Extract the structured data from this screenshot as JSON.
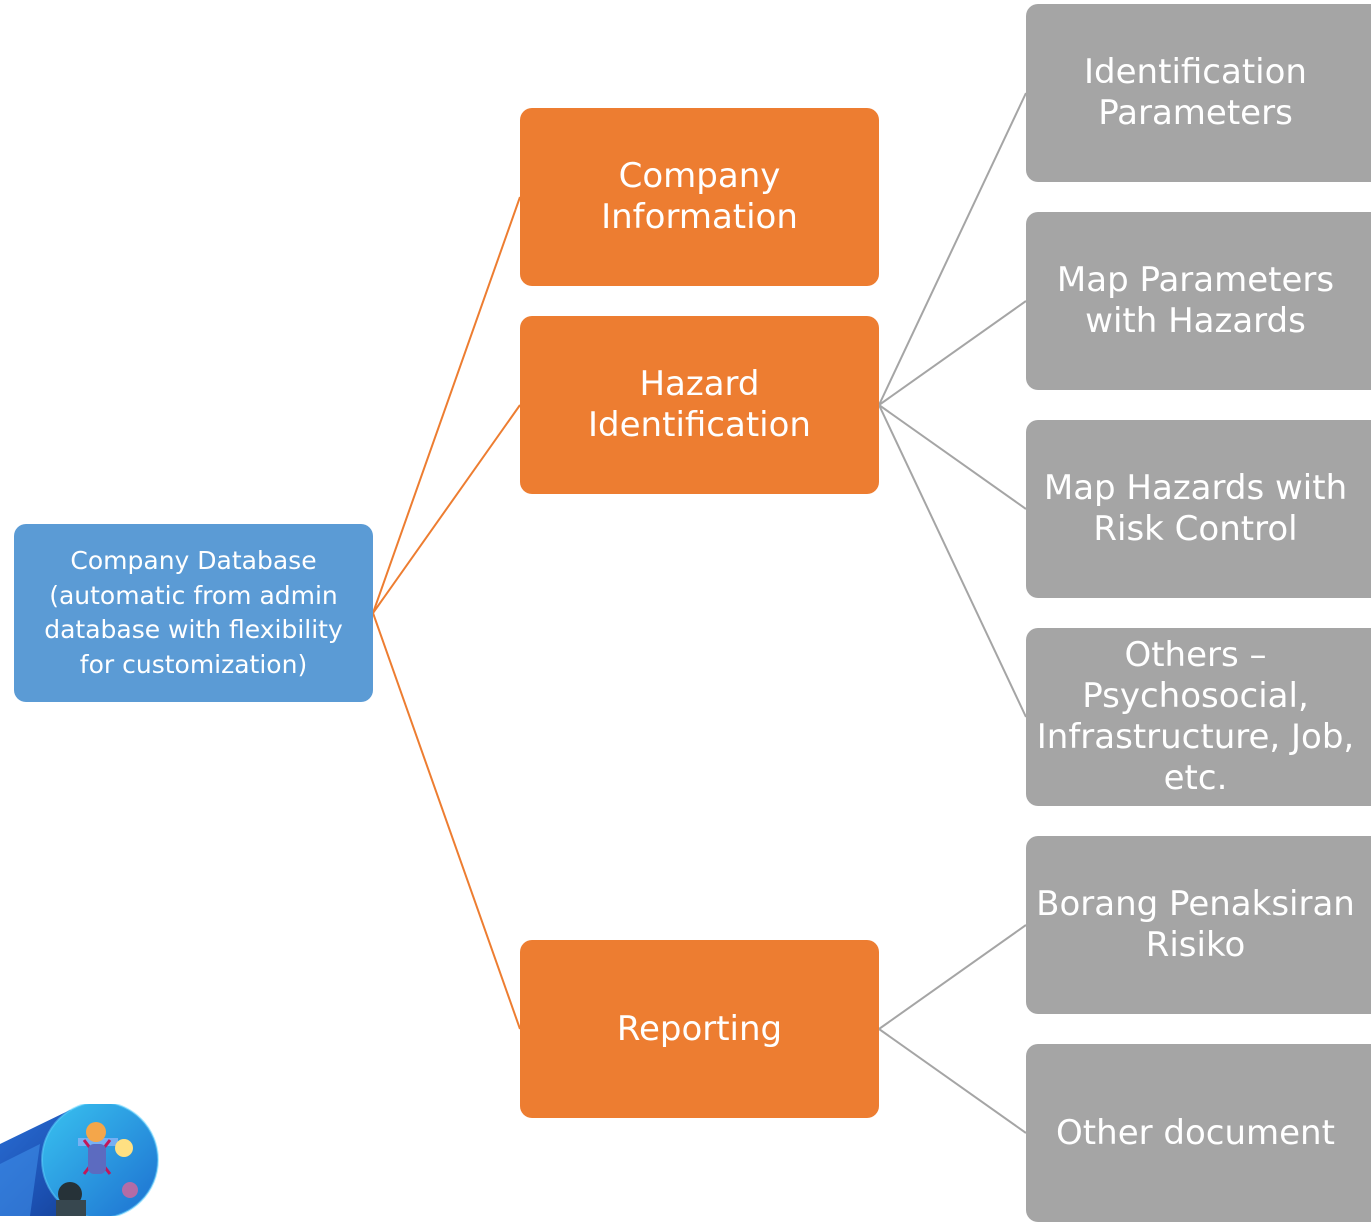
{
  "colors": {
    "root": "#5b9bd5",
    "level1": "#ed7d31",
    "level2": "#a5a5a5",
    "connector_level1": "#ed7d31",
    "connector_level2": "#a5a5a5"
  },
  "root": {
    "label": "Company Database\n(automatic from admin\ndatabase with flexibility\nfor customization)"
  },
  "branches": [
    {
      "label": "Company\nInformation",
      "children": []
    },
    {
      "label": "Hazard\nIdentification",
      "children": [
        {
          "label": "Identification\nParameters"
        },
        {
          "label": "Map Parameters\nwith Hazards"
        },
        {
          "label": "Map Hazards with\nRisk Control"
        },
        {
          "label": "Others –\nPsychosocial,\nInfrastructure, Job,\netc."
        }
      ]
    },
    {
      "label": "Reporting",
      "children": [
        {
          "label": "Borang Penaksiran\nRisiko"
        },
        {
          "label": "Other document"
        }
      ]
    }
  ],
  "decorations": {
    "corner_image": "safety-workers-photo"
  }
}
